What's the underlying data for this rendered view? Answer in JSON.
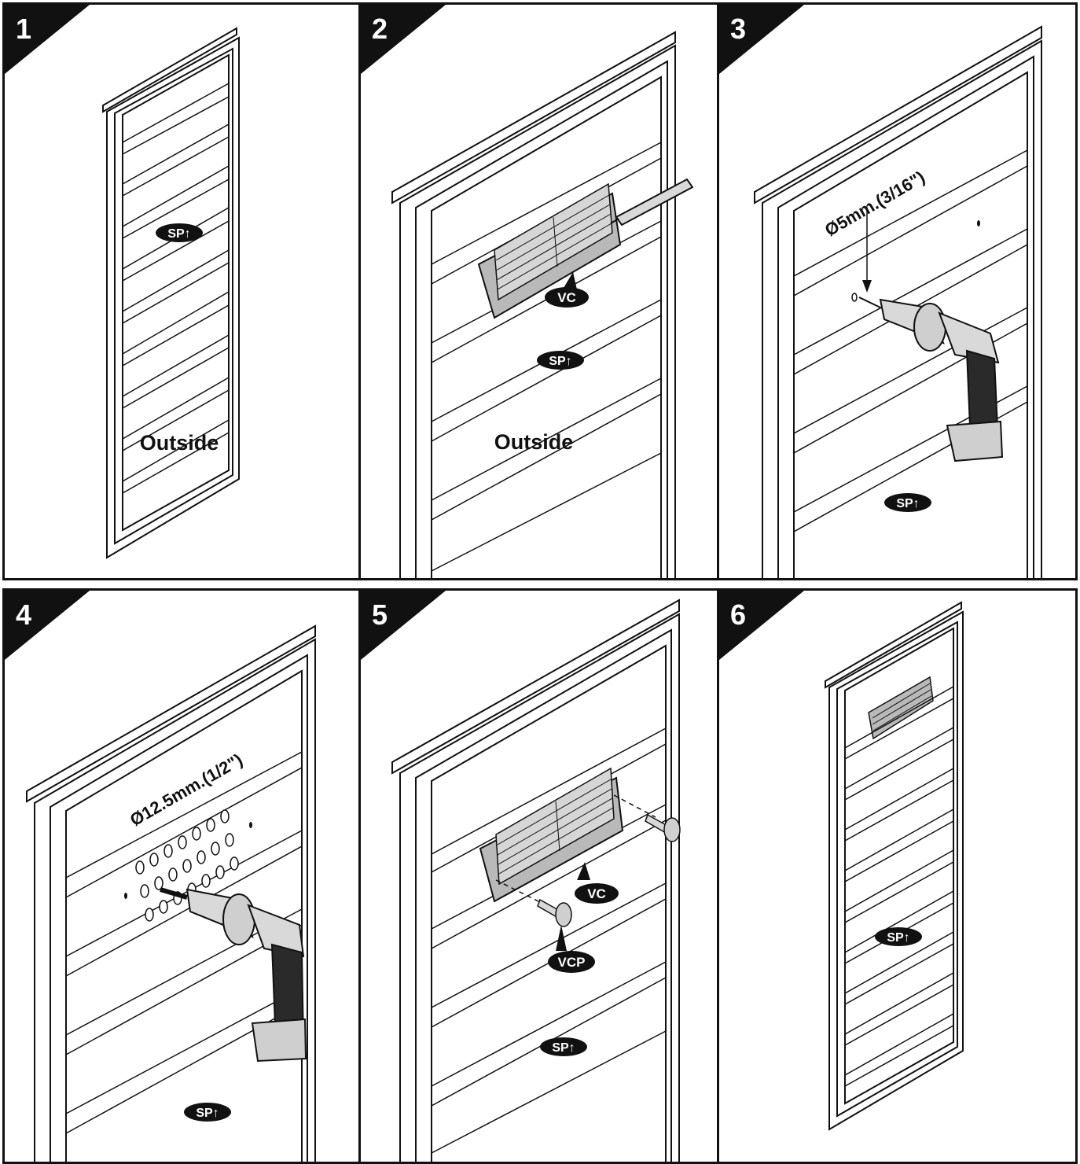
{
  "steps": [
    {
      "number": "1",
      "labels": {
        "sp": "SP↑",
        "side": "Outside"
      }
    },
    {
      "number": "2",
      "labels": {
        "vc": "VC",
        "sp": "SP↑",
        "side": "Outside"
      }
    },
    {
      "number": "3",
      "labels": {
        "dim": "Ø5mm.(3/16\")",
        "sp": "SP↑"
      }
    },
    {
      "number": "4",
      "labels": {
        "dim": "Ø12.5mm.(1/2\")",
        "sp": "SP↑"
      }
    },
    {
      "number": "5",
      "labels": {
        "vc": "VC",
        "vcp": "VCP",
        "sp": "SP↑"
      }
    },
    {
      "number": "6",
      "labels": {
        "sp": "SP↑"
      }
    }
  ],
  "colors": {
    "ink": "#111111",
    "paper": "#ffffff",
    "grille": "#b9b9b9",
    "drill_body": "#d9d9d9",
    "drill_grip": "#2a2a2a"
  }
}
